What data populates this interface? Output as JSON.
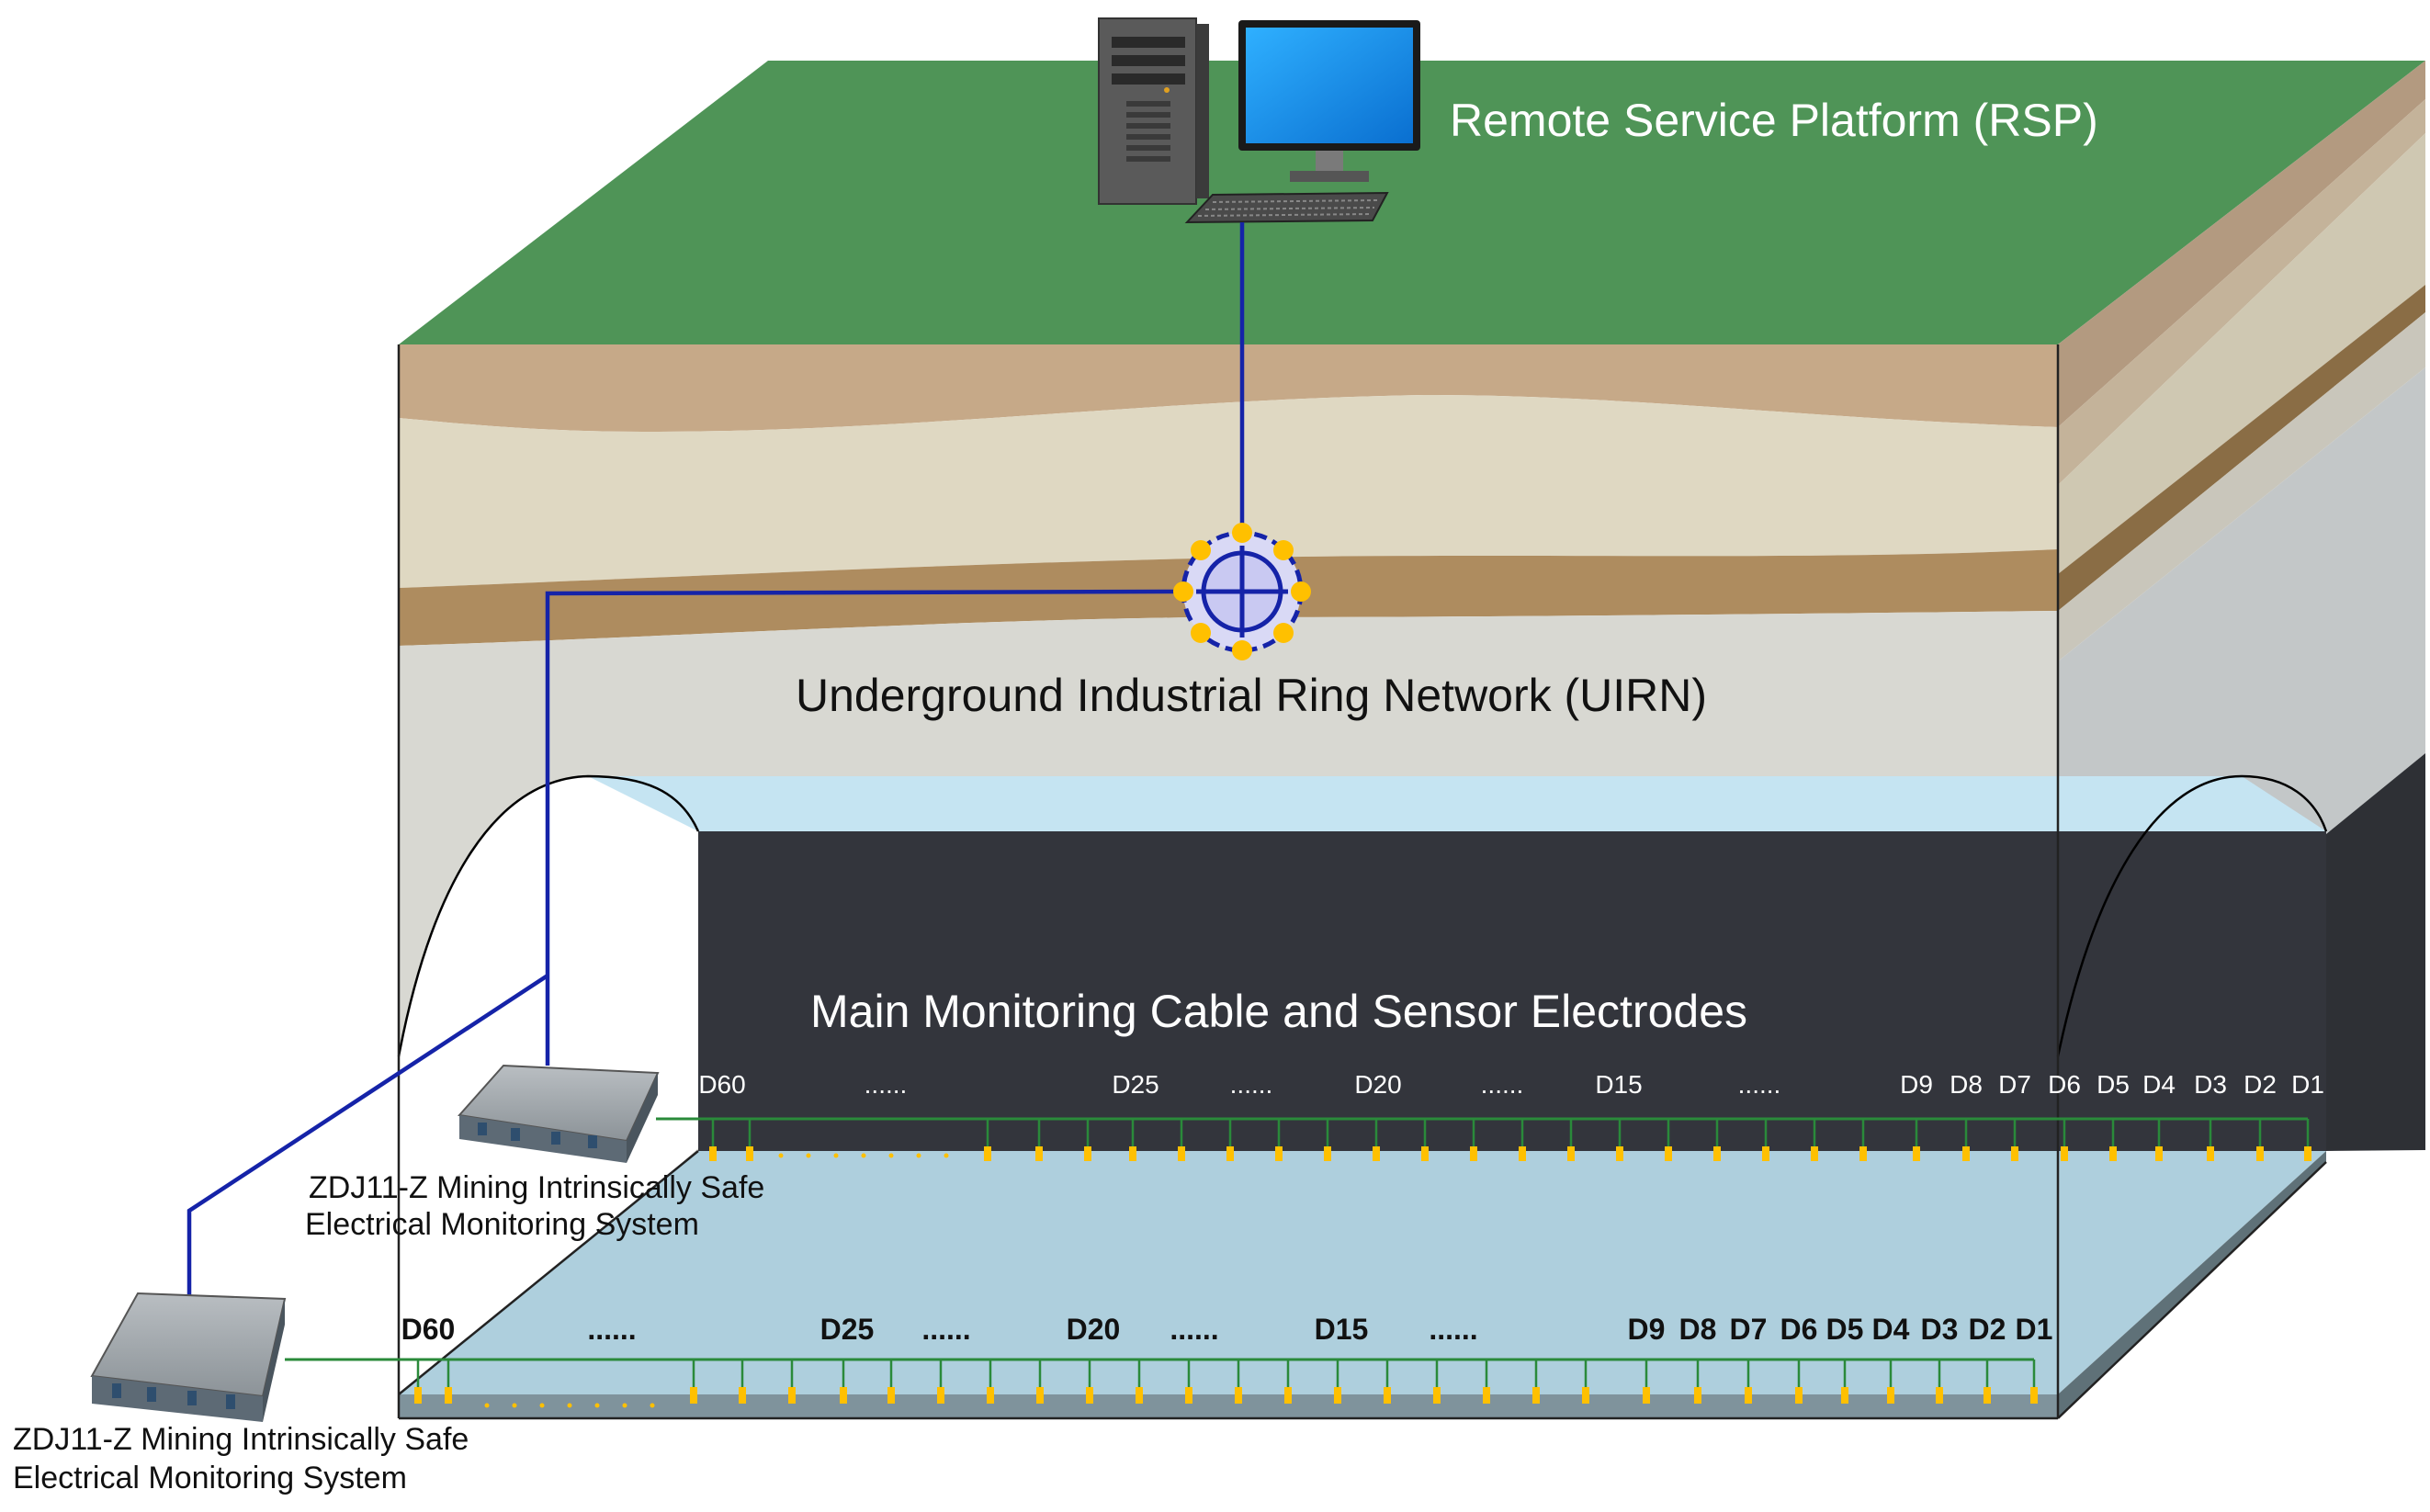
{
  "labels": {
    "rsp": "Remote Service Platform (RSP)",
    "uirn": "Underground Industrial Ring Network (UIRN)",
    "cable": "Main Monitoring Cable and Sensor Electrodes",
    "device_upper_line1": "ZDJ11-Z Mining Intrinsically Safe",
    "device_upper_line2": "Electrical Monitoring System",
    "device_lower_line1": "ZDJ11-Z Mining Intrinsically Safe",
    "device_lower_line2": "Electrical Monitoring System"
  },
  "upper_electrode_labels": [
    {
      "text": "D60"
    },
    {
      "text": "......"
    },
    {
      "text": "D25"
    },
    {
      "text": "......"
    },
    {
      "text": "D20"
    },
    {
      "text": "......"
    },
    {
      "text": "D15"
    },
    {
      "text": "......"
    },
    {
      "text": "D9"
    },
    {
      "text": "D8"
    },
    {
      "text": "D7"
    },
    {
      "text": "D6"
    },
    {
      "text": "D5"
    },
    {
      "text": "D4"
    },
    {
      "text": "D3"
    },
    {
      "text": "D2"
    },
    {
      "text": "D1"
    }
  ],
  "lower_electrode_labels": [
    {
      "text": "D60"
    },
    {
      "text": "......"
    },
    {
      "text": "D25"
    },
    {
      "text": "......"
    },
    {
      "text": "D20"
    },
    {
      "text": "......"
    },
    {
      "text": "D15"
    },
    {
      "text": "......"
    },
    {
      "text": "D9"
    },
    {
      "text": "D8"
    },
    {
      "text": "D7"
    },
    {
      "text": "D6"
    },
    {
      "text": "D5"
    },
    {
      "text": "D4"
    },
    {
      "text": "D3"
    },
    {
      "text": "D2"
    },
    {
      "text": "D1"
    }
  ],
  "colors": {
    "grass": "#4f9457",
    "soil_tan": "#c6a988",
    "soil_cream": "#dfd8c2",
    "soil_brown": "#ae8c5f",
    "rock_gray": "#d8d8d2",
    "tunnel_wall": "#33353c",
    "tunnel_floor": "#aecfdd",
    "tunnel_ceiling": "#c5e4f2",
    "network_line": "#1523a8",
    "cable_green": "#2a8a3a",
    "node_yellow": "#ffc000"
  }
}
